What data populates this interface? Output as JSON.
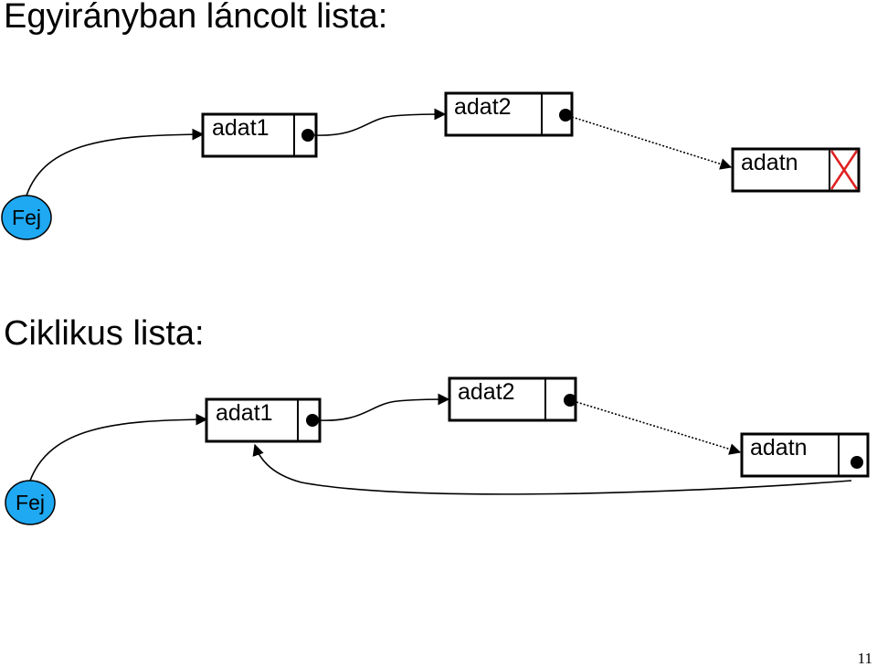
{
  "singly": {
    "title": "Egyirányban láncolt lista:",
    "head_label": "Fej",
    "nodes": [
      {
        "label": "adat1"
      },
      {
        "label": "adat2"
      },
      {
        "label": "adatn"
      }
    ]
  },
  "circular": {
    "title": "Ciklikus lista:",
    "head_label": "Fej",
    "nodes": [
      {
        "label": "adat1"
      },
      {
        "label": "adat2"
      },
      {
        "label": "adatn"
      }
    ]
  },
  "page_number": "11",
  "colors": {
    "head_fill": "#1EA9F2",
    "null_cross": "#E02020",
    "line": "#000000"
  }
}
